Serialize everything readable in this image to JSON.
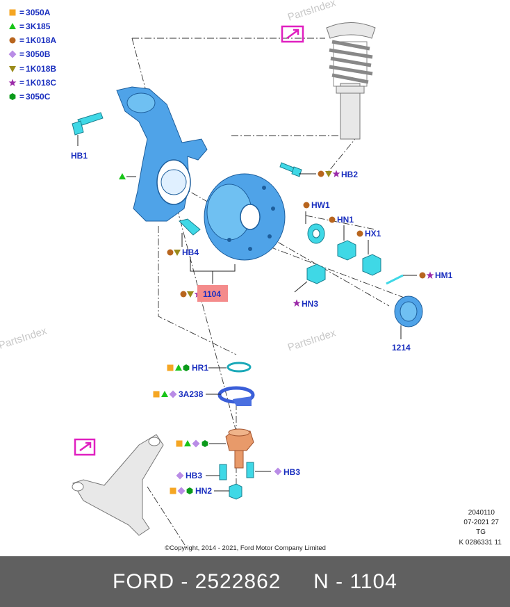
{
  "legend": [
    {
      "symbol": "square-orange",
      "color": "#f5a623",
      "eq": "=",
      "code": "3050A"
    },
    {
      "symbol": "triangle-green",
      "color": "#19c419",
      "eq": "=",
      "code": "3K185"
    },
    {
      "symbol": "circle-brown",
      "color": "#b8651e",
      "eq": "=",
      "code": "1K018A"
    },
    {
      "symbol": "diamond-violet",
      "color": "#b98ce6",
      "eq": "=",
      "code": "3050B"
    },
    {
      "symbol": "triangle-down-olive",
      "color": "#9a8a1a",
      "eq": "=",
      "code": "1K018B"
    },
    {
      "symbol": "star-purple",
      "color": "#9b2aa8",
      "eq": "=",
      "code": "1K018C"
    },
    {
      "symbol": "hexagon-green",
      "color": "#0a9a1a",
      "eq": "=",
      "code": "3050C"
    }
  ],
  "callouts": {
    "hb1": "HB1",
    "hb2": "HB2",
    "hb4": "HB4",
    "n1104": "1104",
    "hw1": "HW1",
    "hn1": "HN1",
    "hx1": "HX1",
    "hm1": "HM1",
    "hn3": "HN3",
    "p1214": "1214",
    "hr1": "HR1",
    "a238": "3A238",
    "hb3_left": "HB3",
    "hb3_right": "HB3",
    "hn2": "HN2"
  },
  "watermarks": {
    "top": "PartsIndex",
    "left": "PartsIndex",
    "mid": "PartsIndex"
  },
  "meta": {
    "l1": "2040110",
    "l2": "07-2021 27",
    "l3": "TG",
    "l4": "K 0286331 11"
  },
  "copyright": "©Copyright, 2014 - 2021, Ford Motor Company Limited",
  "footer": "FORD - 2522862     N - 1104",
  "icons": {
    "nav": "arrow-box-icon"
  },
  "colors": {
    "highlight": "#f48b8b",
    "label": "#1a2fbf",
    "nav": "#e020c0"
  }
}
